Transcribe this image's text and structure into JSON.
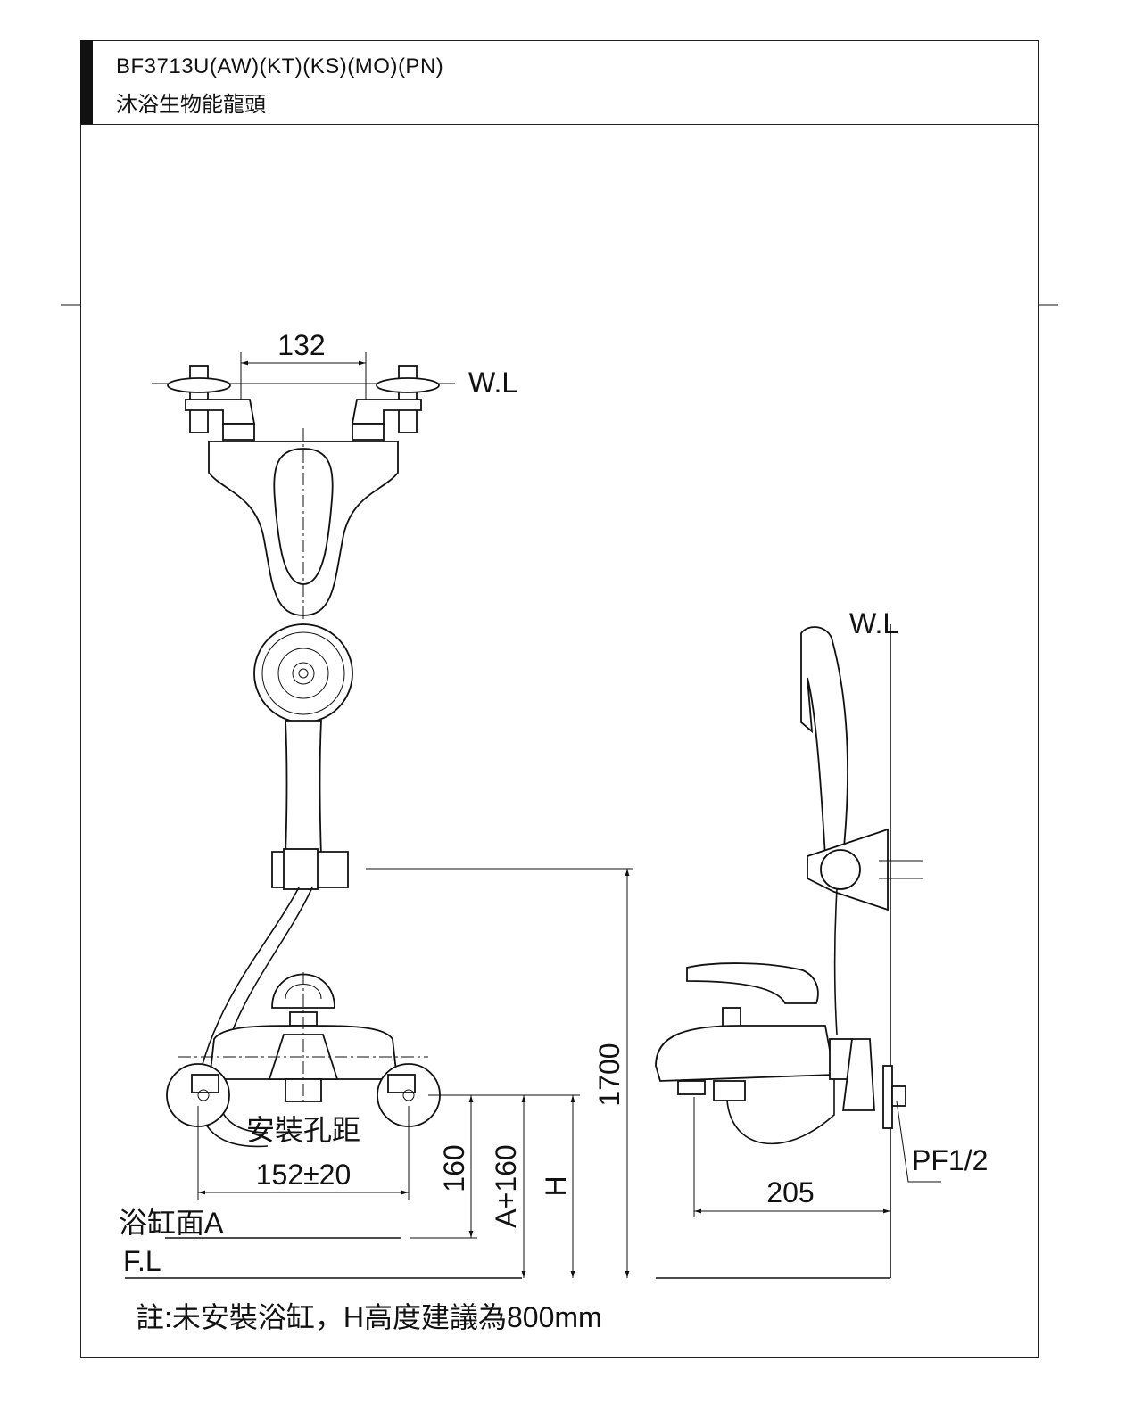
{
  "header": {
    "model": "BF3713U(AW)(KT)(KS)(MO)(PN)",
    "name": "沐浴生物能龍頭"
  },
  "labels": {
    "dim_132": "132",
    "wl_front": "W.L",
    "wl_side": "W.L",
    "hole_distance": "安裝孔距",
    "dim_152": "152±20",
    "tub_surface": "浴缸面A",
    "floor": "F.L",
    "dim_160": "160",
    "dim_a160": "A+160",
    "dim_h": "H",
    "dim_1700": "1700",
    "dim_205": "205",
    "pf": "PF1/2"
  },
  "note": "註:未安裝浴缸，H高度建議為800mm"
}
